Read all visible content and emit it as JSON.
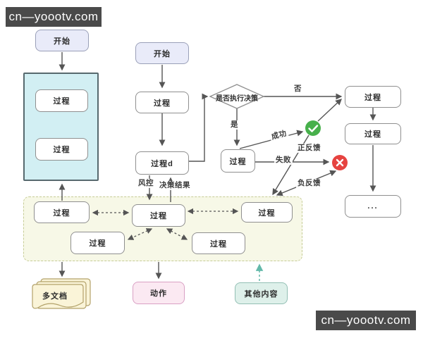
{
  "watermark": {
    "top_left": "cn—yoootv.com",
    "bottom_right": "cn—yoootv.com"
  },
  "nodes": {
    "start_left": "开始",
    "start_mid": "开始",
    "process": "过程",
    "process_d": "过程d",
    "decision": "是否执行决策",
    "dots": "...",
    "multi_doc": "多文档",
    "action": "动作",
    "other_content": "其他内容"
  },
  "labels": {
    "yes": "是",
    "no": "否",
    "success": "成功",
    "fail": "失败",
    "positive_feedback": "正反馈",
    "negative_feedback": "负反馈",
    "risk_control": "风控",
    "decision_result": "决策结果"
  },
  "colors": {
    "success_badge": "#47b04b",
    "failure_badge": "#e64340",
    "blue_container_fill": "#d2eff3",
    "yellow_container_fill": "#f7f8e7",
    "start_fill": "#e9ebf9",
    "doc_fill": "#faf4d8",
    "action_fill": "#fbe9f2",
    "other_fill": "#def0ea",
    "teal_arrow": "#63b9aa",
    "arrow": "#555555"
  }
}
